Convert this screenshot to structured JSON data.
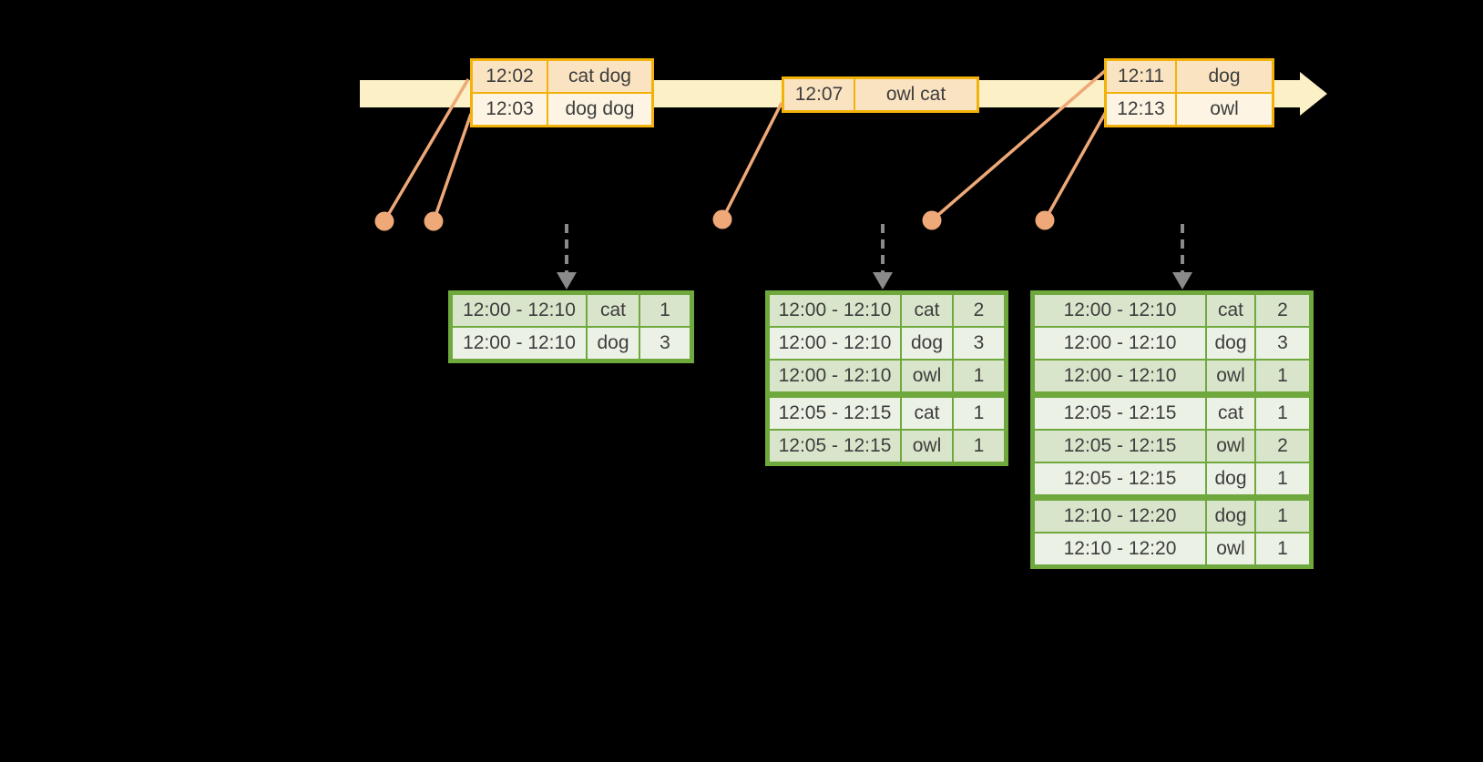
{
  "colors": {
    "background": "#000000",
    "timeline_band": "#FBF0C6",
    "event_border": "#F2B20A",
    "event_row_dark": "#FAE3C1",
    "event_row_light": "#FDF4E3",
    "marker": "#EFA877",
    "result_border": "#6FA83D",
    "result_row_dark": "#D9E5CB",
    "result_row_light": "#ECF1E6",
    "arrow_gray": "#8A8A8A",
    "text": "#3D3D3D"
  },
  "event_tables": [
    {
      "rows": [
        {
          "time": "12:02",
          "words": "cat dog"
        },
        {
          "time": "12:03",
          "words": "dog dog"
        }
      ]
    },
    {
      "rows": [
        {
          "time": "12:07",
          "words": "owl cat"
        }
      ]
    },
    {
      "rows": [
        {
          "time": "12:11",
          "words": "dog"
        },
        {
          "time": "12:13",
          "words": "owl"
        }
      ]
    }
  ],
  "result_tables": [
    {
      "rows": [
        [
          "12:00 - 12:10",
          "cat",
          "1"
        ],
        [
          "12:00 - 12:10",
          "dog",
          "3"
        ]
      ]
    },
    {
      "rows": [
        [
          "12:00 - 12:10",
          "cat",
          "2"
        ],
        [
          "12:00 - 12:10",
          "dog",
          "3"
        ],
        [
          "12:00 - 12:10",
          "owl",
          "1"
        ],
        [
          "12:05 - 12:15",
          "cat",
          "1"
        ],
        [
          "12:05 - 12:15",
          "owl",
          "1"
        ]
      ]
    },
    {
      "rows": [
        [
          "12:00 - 12:10",
          "cat",
          "2"
        ],
        [
          "12:00 - 12:10",
          "dog",
          "3"
        ],
        [
          "12:00 - 12:10",
          "owl",
          "1"
        ],
        [
          "12:05 - 12:15",
          "cat",
          "1"
        ],
        [
          "12:05 - 12:15",
          "owl",
          "2"
        ],
        [
          "12:05 - 12:15",
          "dog",
          "1"
        ],
        [
          "12:10 - 12:20",
          "dog",
          "1"
        ],
        [
          "12:10 - 12:20",
          "owl",
          "1"
        ]
      ]
    }
  ]
}
